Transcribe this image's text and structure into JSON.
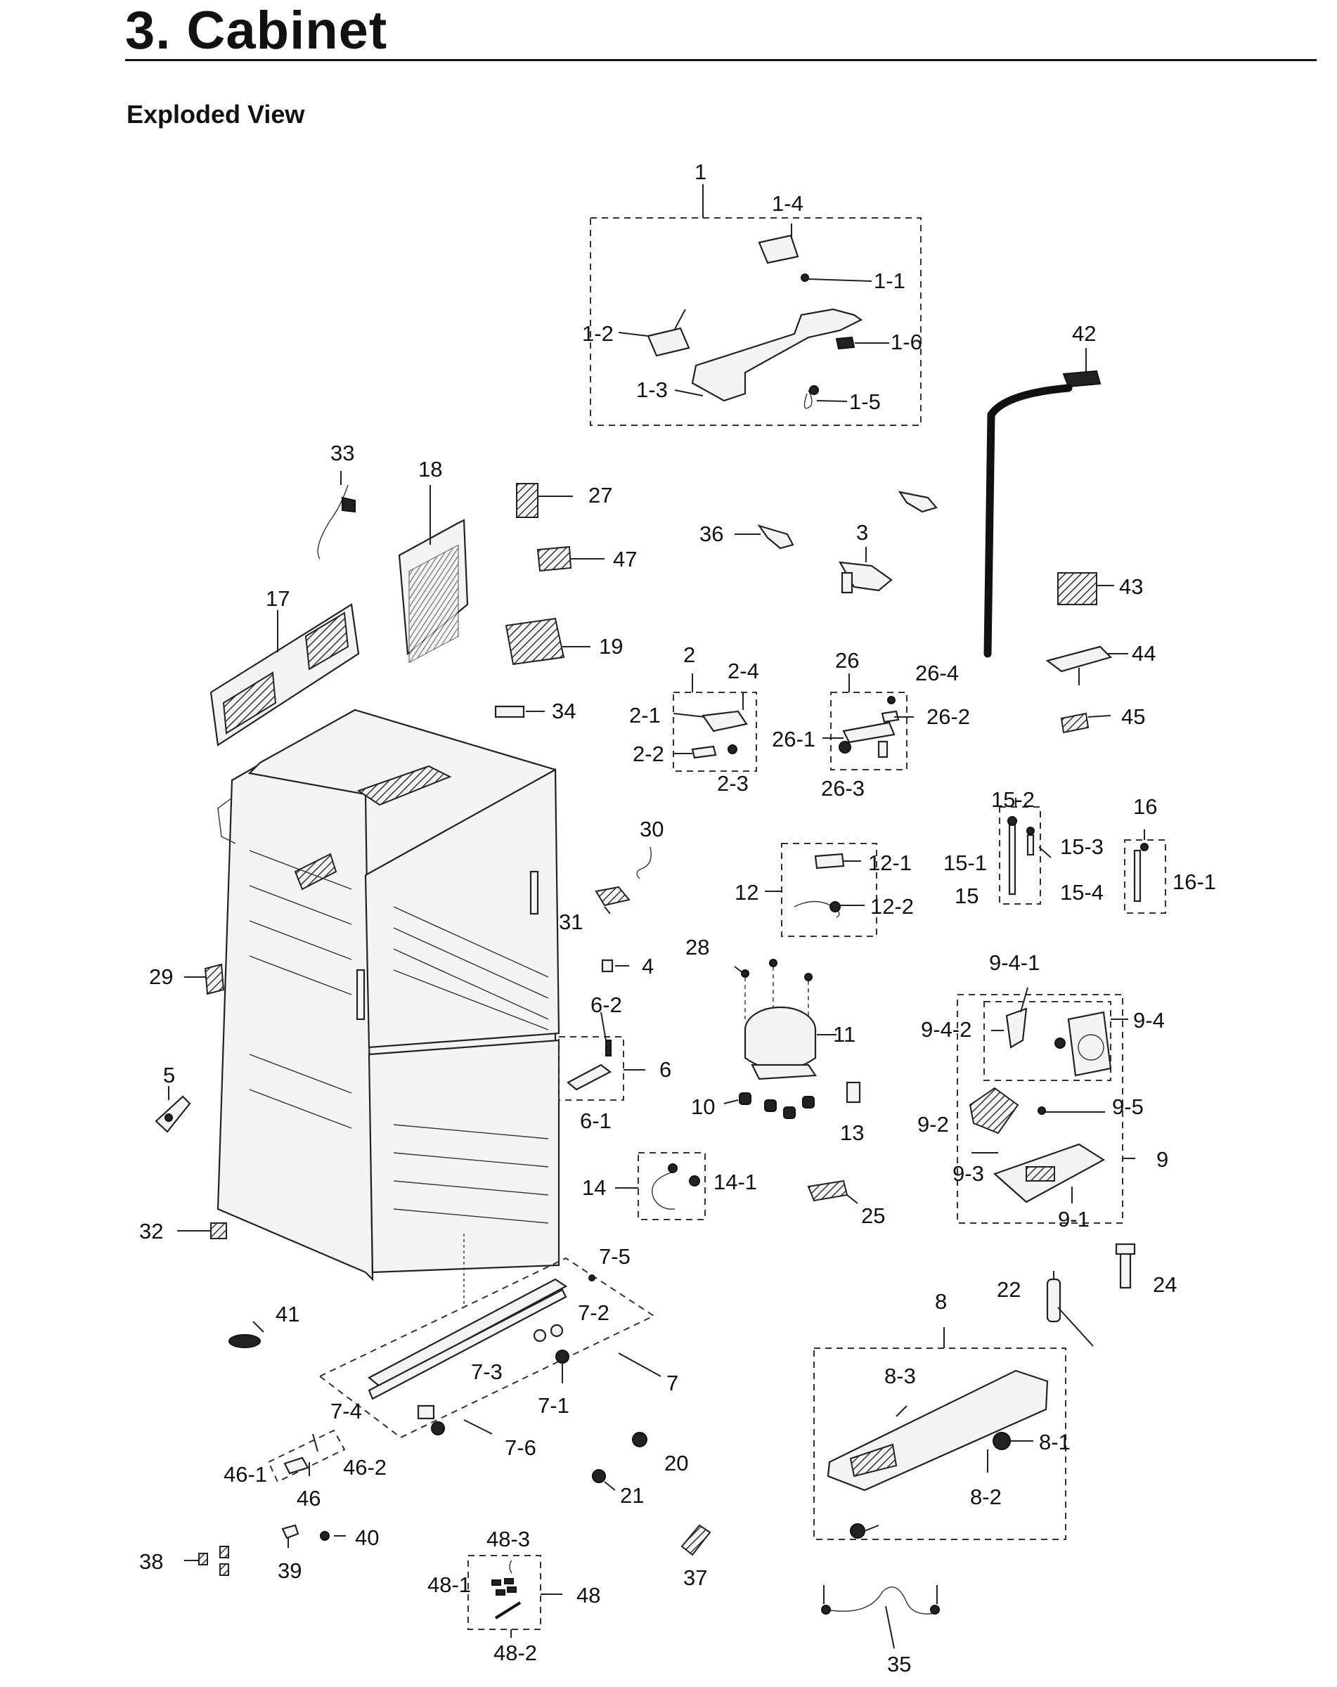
{
  "header": {
    "title": "3.  Cabinet",
    "subtitle": "Exploded View"
  },
  "diagram": {
    "labels": {
      "p1": "1",
      "p1_4": "1-4",
      "p1_1": "1-1",
      "p1_2": "1-2",
      "p1_6": "1-6",
      "p1_3": "1-3",
      "p1_5": "1-5",
      "p42": "42",
      "p33": "33",
      "p18": "18",
      "p27": "27",
      "p47": "47",
      "p36": "36",
      "p3": "3",
      "p43": "43",
      "p17": "17",
      "p19": "19",
      "p44": "44",
      "p2": "2",
      "p2_4": "2-4",
      "p2_1": "2-1",
      "p2_2": "2-2",
      "p2_3": "2-3",
      "p26": "26",
      "p26_4": "26-4",
      "p26_2": "26-2",
      "p26_1": "26-1",
      "p26_3": "26-3",
      "p34": "34",
      "p45": "45",
      "p15_2": "15-2",
      "p16": "16",
      "p30": "30",
      "p12_1": "12-1",
      "p15_1": "15-1",
      "p15_3": "15-3",
      "p16_1": "16-1",
      "p12": "12",
      "p15": "15",
      "p15_4": "15-4",
      "p31": "31",
      "p12_2": "12-2",
      "p28": "28",
      "p9_4_1": "9-4-1",
      "p29": "29",
      "p4": "4",
      "p6_2": "6-2",
      "p9_4_2": "9-4-2",
      "p9_4": "9-4",
      "p11": "11",
      "p5": "5",
      "p6": "6",
      "p6_1": "6-1",
      "p10": "10",
      "p13": "13",
      "p9_5": "9-5",
      "p9_2": "9-2",
      "p14": "14",
      "p14_1": "14-1",
      "p9_3": "9-3",
      "p9": "9",
      "p25": "25",
      "p9_1": "9-1",
      "p32": "32",
      "p7_5": "7-5",
      "p7_2": "7-2",
      "p41": "41",
      "p22": "22",
      "p24": "24",
      "p8": "8",
      "p7_3": "7-3",
      "p7": "7",
      "p7_1": "7-1",
      "p8_3": "8-3",
      "p7_4": "7-4",
      "p7_6": "7-6",
      "p20": "20",
      "p8_1": "8-1",
      "p46_1": "46-1",
      "p46_2": "46-2",
      "p46": "46",
      "p21": "21",
      "p8_2": "8-2",
      "p48_3": "48-3",
      "p40": "40",
      "p38": "38",
      "p39": "39",
      "p48_1": "48-1",
      "p48": "48",
      "p37": "37",
      "p48_2": "48-2",
      "p35": "35"
    }
  }
}
